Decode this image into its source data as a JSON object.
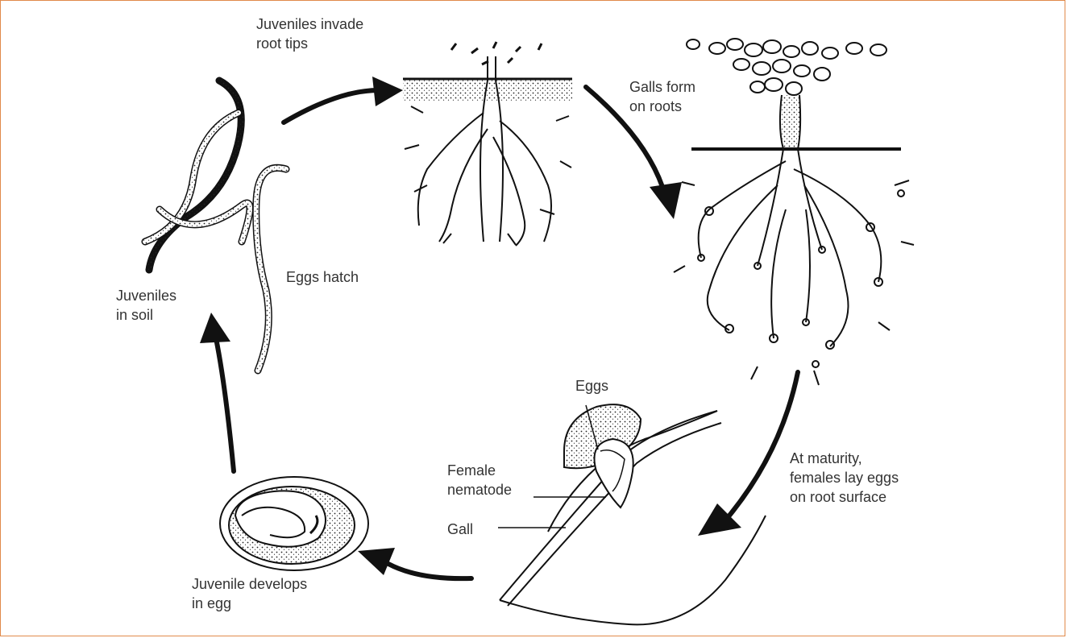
{
  "labels": {
    "juveniles_invade": "Juveniles invade\nroot tips",
    "galls_form": "Galls form\non roots",
    "eggs_hatch": "Eggs hatch",
    "juveniles_soil": "Juveniles\nin soil",
    "eggs": "Eggs",
    "female_nematode": "Female\nnematode",
    "gall": "Gall",
    "at_maturity": "At maturity,\nfemales lay eggs\non root surface",
    "juvenile_develops": "Juvenile develops\nin egg"
  },
  "colors": {
    "frame": "#e08a4a",
    "ink": "#111111",
    "text": "#333333"
  }
}
